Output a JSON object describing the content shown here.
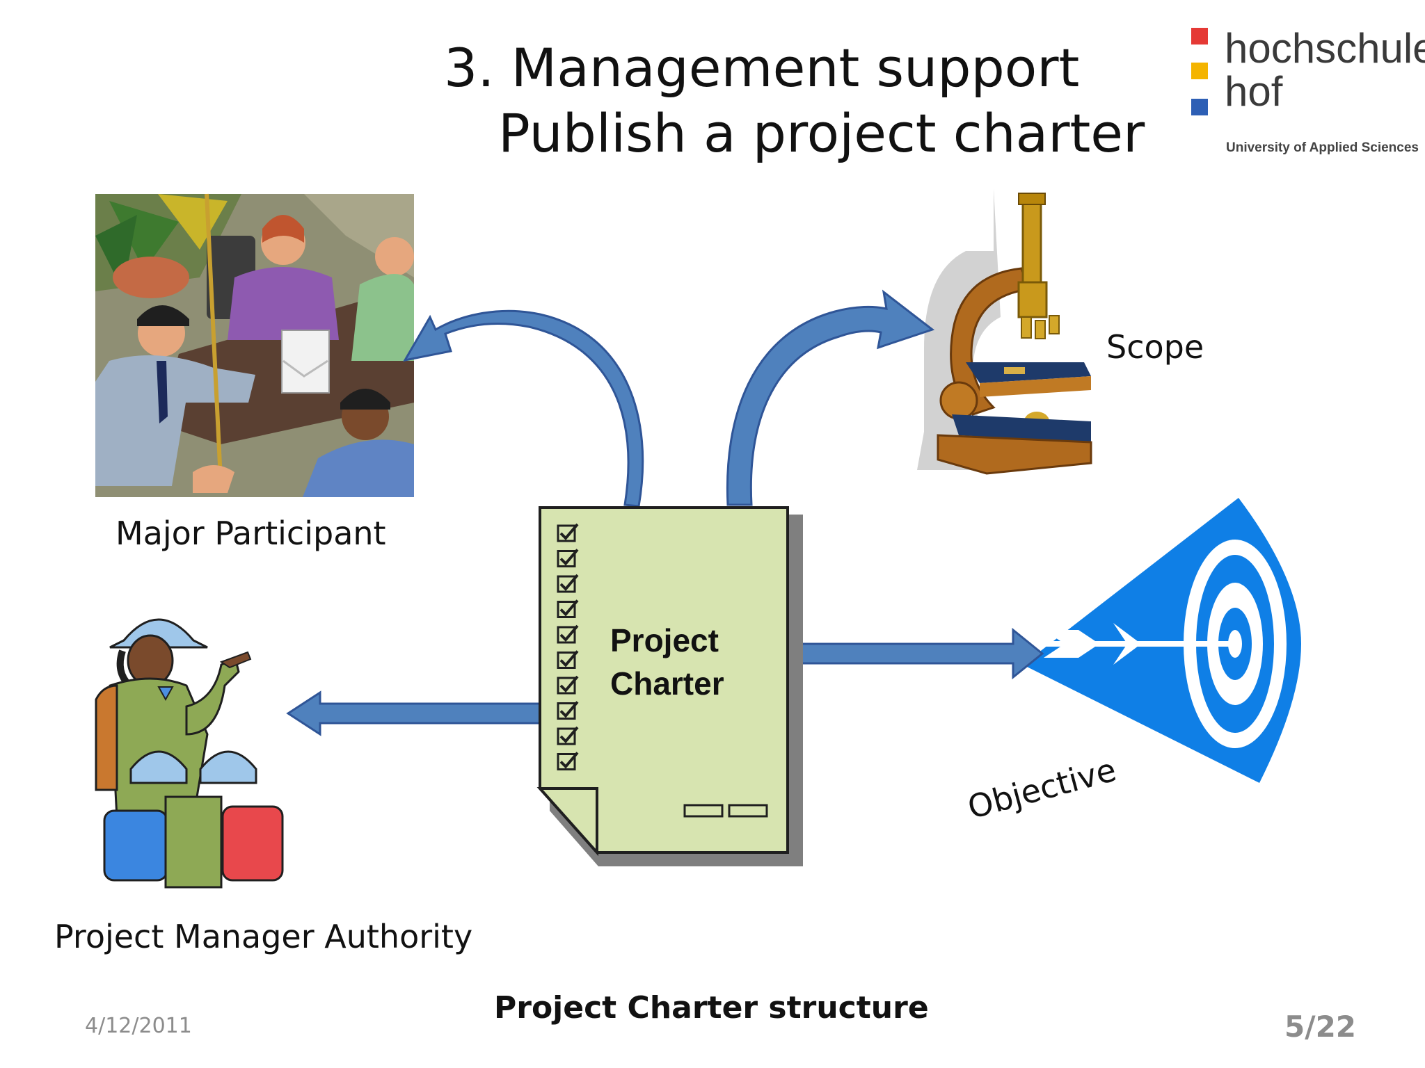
{
  "slide": {
    "title_line1": "3. Management support",
    "title_line2": "Publish a project charter"
  },
  "logo": {
    "line1": "hochschule",
    "line2": "hof",
    "subtitle": "University of Applied Sciences",
    "colors": [
      "#e53935",
      "#f4b400",
      "#2d5fb5"
    ]
  },
  "diagram": {
    "center_document": {
      "title_line1": "Project",
      "title_line2": "Charter",
      "checkbox_count": 10
    },
    "labels": {
      "major_participant": "Major Participant",
      "scope": "Scope",
      "objective": "Objective",
      "project_manager_authority": "Project Manager Authority"
    },
    "arrow_color": "#4f81bd",
    "doc_color": "#d7e4b0",
    "target_color": "#0f7fe6"
  },
  "footer": {
    "caption": "Project Charter structure",
    "date": "4/12/2011",
    "page": "5/22"
  }
}
